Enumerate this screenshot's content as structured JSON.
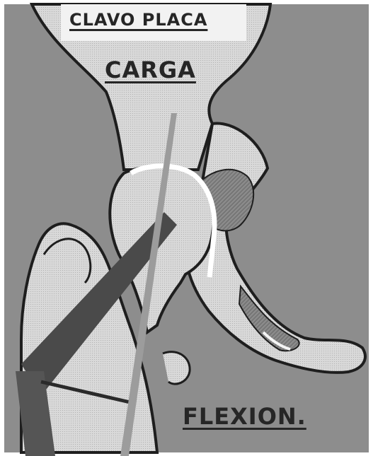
{
  "labels": {
    "implant": "CLAVO PLACA",
    "load": "CARGA",
    "motion": "FLEXION."
  },
  "colors": {
    "background": "#8d8d8d",
    "bone": "#dadada",
    "outline": "#1e1e1e",
    "label_panel": "#f2f2f2",
    "implant": "#4a4a4a",
    "load_line": "#9c9c9c"
  }
}
